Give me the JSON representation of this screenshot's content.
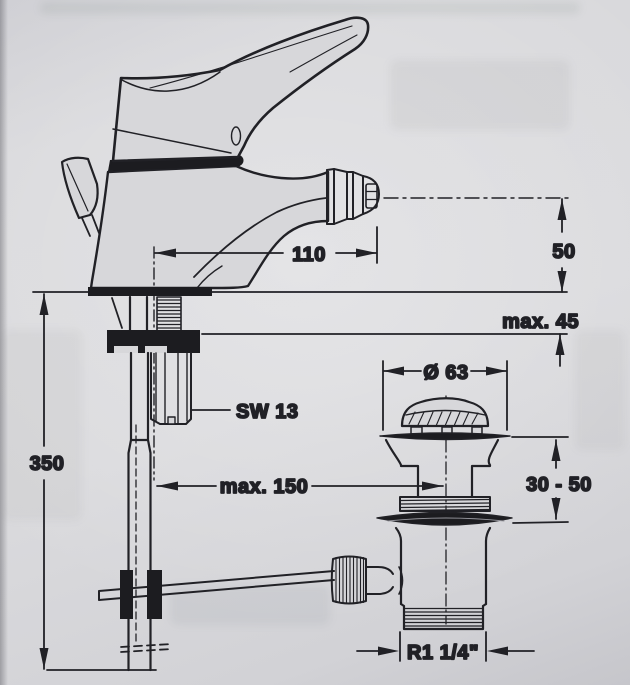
{
  "drawing_labels": {
    "spout_reach": "110",
    "spout_height": "50",
    "max_mounting_thickness": "max. 45",
    "nut_wrench_size": "SW 13",
    "rod_length": "350",
    "max_horizontal_offset": "max. 150",
    "waste_flange_diameter": "Ø 63",
    "clamping_range": "30 - 50",
    "outlet_thread": "R1 1/4\""
  },
  "colors": {
    "ink": "#212126",
    "paper": "#d7d7da"
  }
}
